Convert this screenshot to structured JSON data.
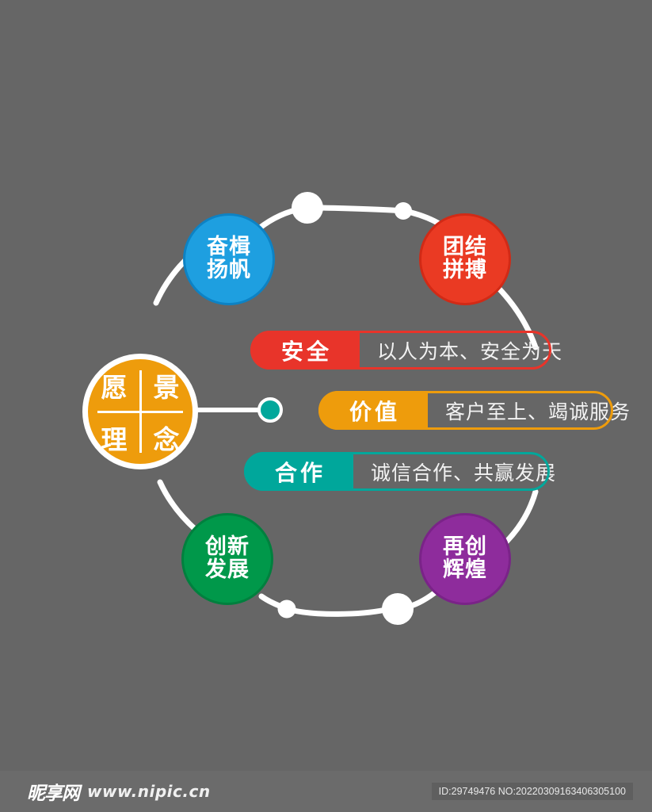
{
  "background_color": "#666666",
  "center": {
    "name": "vision-concept-circle",
    "fill": "#ee9c0c",
    "cells": {
      "top_left": "愿",
      "top_right": "景",
      "bottom_left": "理",
      "bottom_right": "念"
    }
  },
  "nodes": [
    {
      "id": "fenji-yangfan",
      "line1": "奋楫",
      "line2": "扬帆",
      "color": "#1e9fe0",
      "ring": "#0d82c4"
    },
    {
      "id": "tuanjie-pinbo",
      "line1": "团结",
      "line2": "拼搏",
      "color": "#ea3a23",
      "ring": "#d12a16"
    },
    {
      "id": "chuangxin-fazhan",
      "line1": "创新",
      "line2": "发展",
      "color": "#00984a",
      "ring": "#00803e"
    },
    {
      "id": "zaichuang-huihuang",
      "line1": "再创",
      "line2": "辉煌",
      "color": "#8e2c9c",
      "ring": "#7a2388"
    }
  ],
  "bars": [
    {
      "id": "safety",
      "tag": "安全",
      "desc": "以人为本、安全为天",
      "color": "#e8342a"
    },
    {
      "id": "value",
      "tag": "价值",
      "desc": "客户至上、竭诚服务",
      "color": "#ee9c0c"
    },
    {
      "id": "cooperation",
      "tag": "合作",
      "desc": "诚信合作、共赢发展",
      "color": "#00a79b"
    }
  ],
  "connector": {
    "teal_dot_color": "#00a79b",
    "arc_color": "#ffffff"
  },
  "footer": {
    "logo_mark": "昵享网",
    "logo_url": "www.nipic.cn",
    "id_text": "ID:29749476 NO:20220309163406305100"
  }
}
